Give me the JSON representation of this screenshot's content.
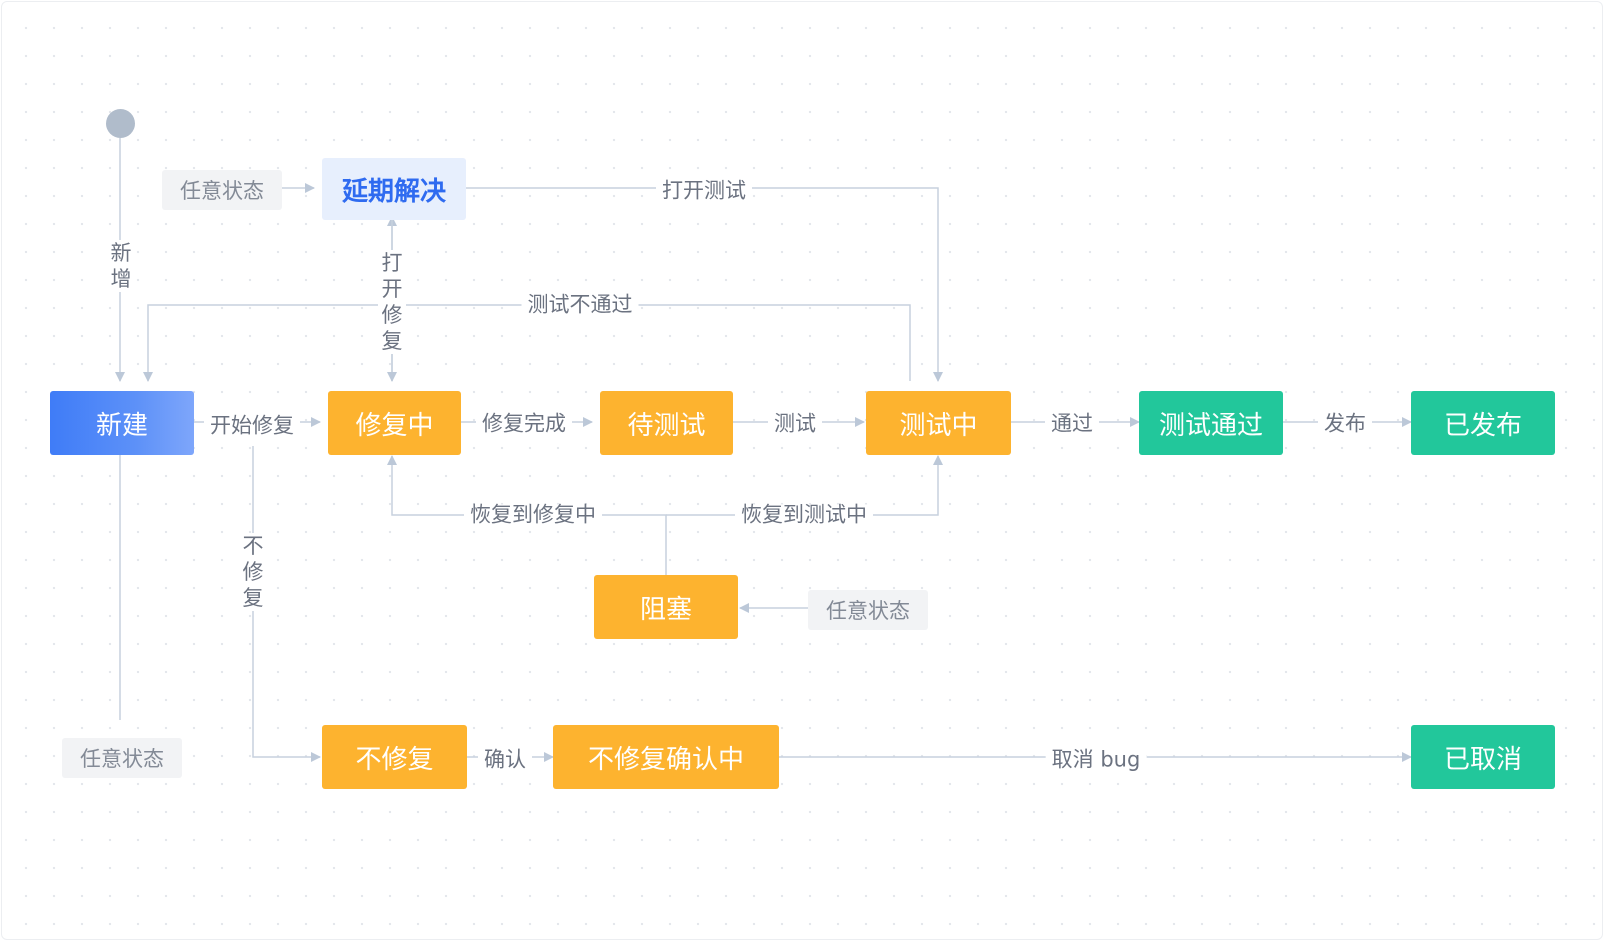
{
  "nodes": {
    "new": "新建",
    "deferred": "延期解决",
    "fixing": "修复中",
    "to_test": "待测试",
    "testing": "测试中",
    "test_passed": "测试通过",
    "released": "已发布",
    "blocked": "阻塞",
    "wont_fix": "不修复",
    "wont_fix_confirming": "不修复确认中",
    "cancelled": "已取消"
  },
  "tags": {
    "any_state_top": "任意状态",
    "any_state_blocked": "任意状态",
    "any_state_bottom": "任意状态"
  },
  "edge_labels": {
    "create": [
      "新",
      "增"
    ],
    "start_fix": "开始修复",
    "open_fix": [
      "打",
      "开",
      "修",
      "复"
    ],
    "test_failed": "测试不通过",
    "open_test": "打开测试",
    "fix_done": "修复完成",
    "test": "测试",
    "pass": "通过",
    "release": "发布",
    "restore_fixing": "恢复到修复中",
    "restore_testing": "恢复到测试中",
    "no_fix": [
      "不",
      "修",
      "复"
    ],
    "confirm": "确认",
    "cancel_bug": "取消 bug"
  },
  "colors": {
    "new": "#3f7cf7",
    "in_progress": "#fdb32f",
    "done": "#22c79b",
    "deferred_bg": "#e7effd",
    "deferred_text": "#2f6bf0",
    "line": "#c3cedc",
    "start_dot": "#b0bccb"
  }
}
